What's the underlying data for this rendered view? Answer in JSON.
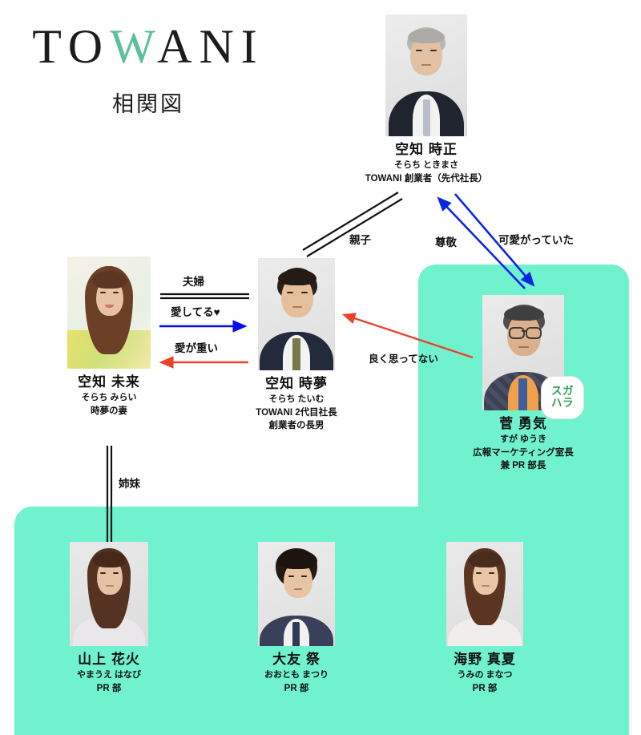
{
  "logo": {
    "word_before": "TO",
    "word_w": "W",
    "word_after": "ANI",
    "subtitle": "相関図"
  },
  "people": [
    {
      "id": "sorachi-tokimasa",
      "name": "空知 時正",
      "kana": "そらち ときまさ",
      "role_line1": "TOWANI 創業者（先代社長）",
      "role_line2": ""
    },
    {
      "id": "sorachi-mirai",
      "name": "空知 未来",
      "kana": "そらち みらい",
      "role_line1": "時夢の妻",
      "role_line2": ""
    },
    {
      "id": "sorachi-taimu",
      "name": "空知 時夢",
      "kana": "そらち たいむ",
      "role_line1": "TOWANI 2代目社長",
      "role_line2": "創業者の長男"
    },
    {
      "id": "suga-yuuki",
      "name": "菅 勇気",
      "kana": "すが ゆうき",
      "role_line1": "広報マーケティング室長",
      "role_line2": "兼 PR 部長"
    },
    {
      "id": "yamaue-hanabi",
      "name": "山上 花火",
      "kana": "やまうえ はなび",
      "role_line1": "PR 部",
      "role_line2": ""
    },
    {
      "id": "ootomo-matsuri",
      "name": "大友 祭",
      "kana": "おおとも まつり",
      "role_line1": "PR 部",
      "role_line2": ""
    },
    {
      "id": "umino-manatsu",
      "name": "海野 真夏",
      "kana": "うみの まなつ",
      "role_line1": "PR 部",
      "role_line2": ""
    }
  ],
  "badge": {
    "line1": "スガ",
    "line2": "ハラ"
  },
  "relations": [
    {
      "id": "oyako",
      "label": "親子",
      "style": "double-line",
      "color": "#111111"
    },
    {
      "id": "fuufu",
      "label": "夫婦",
      "style": "double-line",
      "color": "#111111"
    },
    {
      "id": "aishiteru",
      "label": "愛してる♥",
      "style": "arrow",
      "color": "#0a0ae6"
    },
    {
      "id": "ai-ga-omoi",
      "label": "愛が重い",
      "style": "arrow",
      "color": "#e8442a"
    },
    {
      "id": "sonkei",
      "label": "尊敬",
      "style": "arrow",
      "color": "#0a28e0"
    },
    {
      "id": "kawaigatteita",
      "label": "可愛がっていた",
      "style": "arrow",
      "color": "#0a28e0"
    },
    {
      "id": "yoku-omottenai",
      "label": "良く思ってない",
      "style": "arrow",
      "color": "#e8442a"
    },
    {
      "id": "shimai",
      "label": "姉妹",
      "style": "double-line",
      "color": "#111111"
    }
  ],
  "colors": {
    "panel_green": "#6ff2cd",
    "logo_green": "#5cbf9a",
    "blue_arrow": "#0a28e0",
    "red_arrow": "#e8442a",
    "badge_text": "#2c9d55"
  }
}
